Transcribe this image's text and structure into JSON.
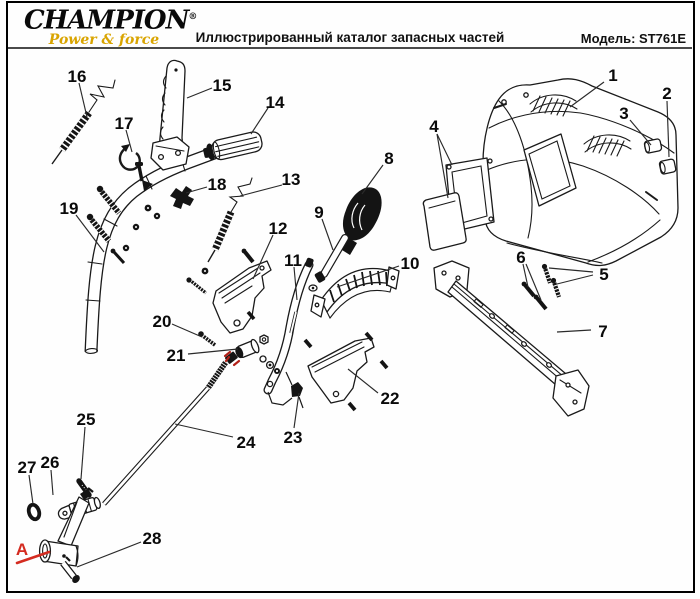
{
  "header": {
    "brand": {
      "name": "CHAMPION",
      "registered": "®",
      "tagline": "Power & force"
    },
    "title": "Иллюстрированный каталог запасных частей",
    "model": "Модель: ST761E"
  },
  "colors": {
    "brand_gold": "#d9a400",
    "callout_black": "#0a0a0a",
    "highlight_red": "#d42b20",
    "drawing_line": "#1a1a1a"
  },
  "callouts": [
    {
      "label": "1"
    },
    {
      "label": "2"
    },
    {
      "label": "3"
    },
    {
      "label": "4"
    },
    {
      "label": "5"
    },
    {
      "label": "6"
    },
    {
      "label": "7"
    },
    {
      "label": "8"
    },
    {
      "label": "9"
    },
    {
      "label": "10"
    },
    {
      "label": "11"
    },
    {
      "label": "12"
    },
    {
      "label": "13"
    },
    {
      "label": "14"
    },
    {
      "label": "15"
    },
    {
      "label": "16"
    },
    {
      "label": "17"
    },
    {
      "label": "18"
    },
    {
      "label": "19"
    },
    {
      "label": "20"
    },
    {
      "label": "21"
    },
    {
      "label": "22"
    },
    {
      "label": "23"
    },
    {
      "label": "24"
    },
    {
      "label": "25"
    },
    {
      "label": "26"
    },
    {
      "label": "27"
    },
    {
      "label": "28"
    },
    {
      "label": "A"
    }
  ]
}
